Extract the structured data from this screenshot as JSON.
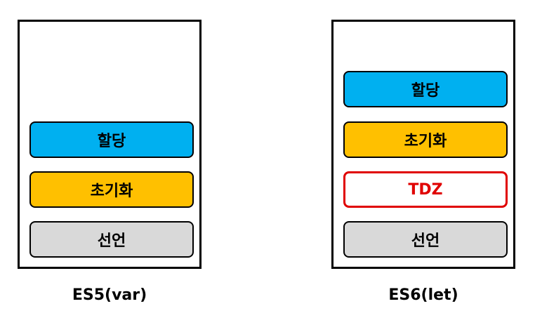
{
  "es5": {
    "caption": "ES5(var)",
    "blocks": {
      "assign": "할당",
      "init": "초기화",
      "declare": "선언"
    }
  },
  "es6": {
    "caption": "ES6(let)",
    "blocks": {
      "assign": "할당",
      "init": "초기화",
      "tdz": "TDZ",
      "declare": "선언"
    }
  },
  "colors": {
    "assign": "#00b0f0",
    "init": "#ffc000",
    "declare": "#d9d9d9",
    "tdz_border": "#e00000",
    "border": "#000000"
  }
}
